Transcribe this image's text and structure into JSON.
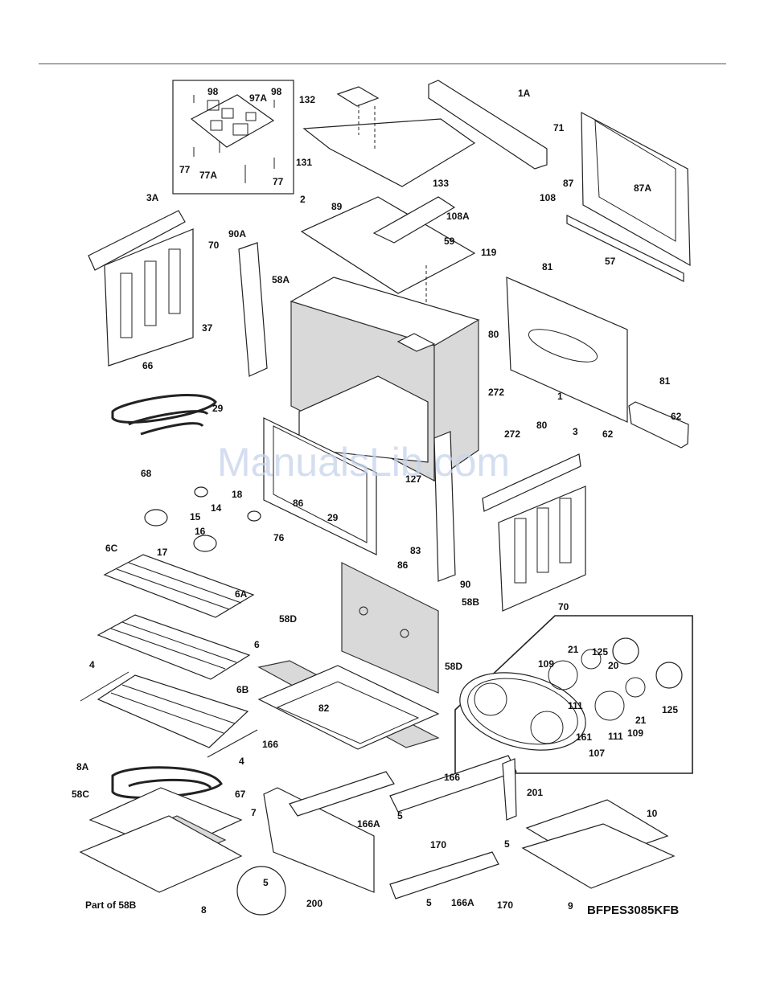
{
  "watermark": "ManualsLib.com",
  "model_code": "BFPES3085KFB",
  "labels": [
    "98",
    "97A",
    "98",
    "77",
    "77A",
    "77",
    "132",
    "131",
    "1A",
    "71",
    "87",
    "87A",
    "108",
    "108A",
    "133",
    "2",
    "89",
    "59",
    "119",
    "57",
    "81",
    "3A",
    "70",
    "90A",
    "58A",
    "37",
    "66",
    "29",
    "80",
    "272",
    "272",
    "80",
    "1",
    "81",
    "62",
    "62",
    "3",
    "127",
    "68",
    "18",
    "86",
    "14",
    "15",
    "29",
    "16",
    "17",
    "76",
    "83",
    "86",
    "90",
    "70",
    "6C",
    "6A",
    "6",
    "58B",
    "58D",
    "4",
    "82",
    "58D",
    "6B",
    "125",
    "109",
    "21",
    "20",
    "111",
    "161",
    "111",
    "109",
    "21",
    "125",
    "107",
    "4",
    "166",
    "166",
    "8A",
    "58C",
    "67",
    "7",
    "5",
    "166A",
    "201",
    "170",
    "10",
    "5",
    "5",
    "Part of 58B",
    "8",
    "200",
    "5",
    "166A",
    "170",
    "9"
  ]
}
